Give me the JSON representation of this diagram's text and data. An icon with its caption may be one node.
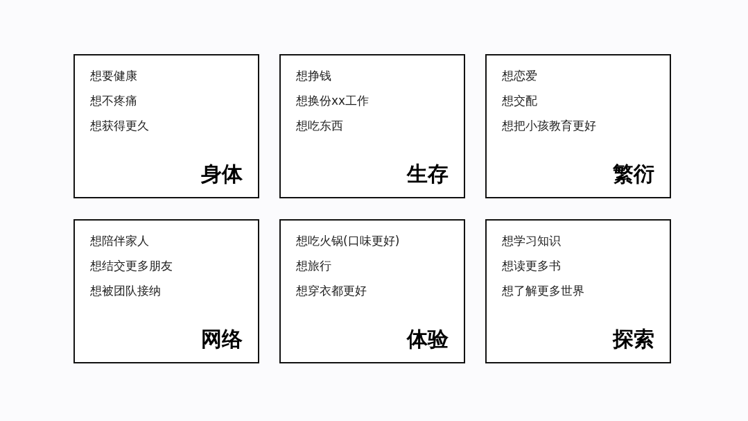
{
  "diagram": {
    "nodes": [
      {
        "text": [
          "想要健康",
          "想不疼痛",
          "想获得更久",
          "身体"
        ]
      },
      {
        "text": [
          "想挣钱",
          "想换份xx工作",
          "想吃东西",
          "生存"
        ]
      },
      {
        "text": [
          "想恋爱",
          "想交配",
          "想把小孩教育更好",
          "繁衍"
        ]
      },
      {
        "text": [
          "想陪伴家人",
          "想结交更多朋友",
          "想被团队接纳",
          "网络"
        ]
      },
      {
        "text": [
          "想吃火锅(口味更好)",
          "想旅行",
          "想穿衣都更好",
          "体验"
        ]
      },
      {
        "text": [
          "想学习知识",
          "想读更多书",
          "想了解更多世界",
          "探索"
        ]
      }
    ]
  }
}
